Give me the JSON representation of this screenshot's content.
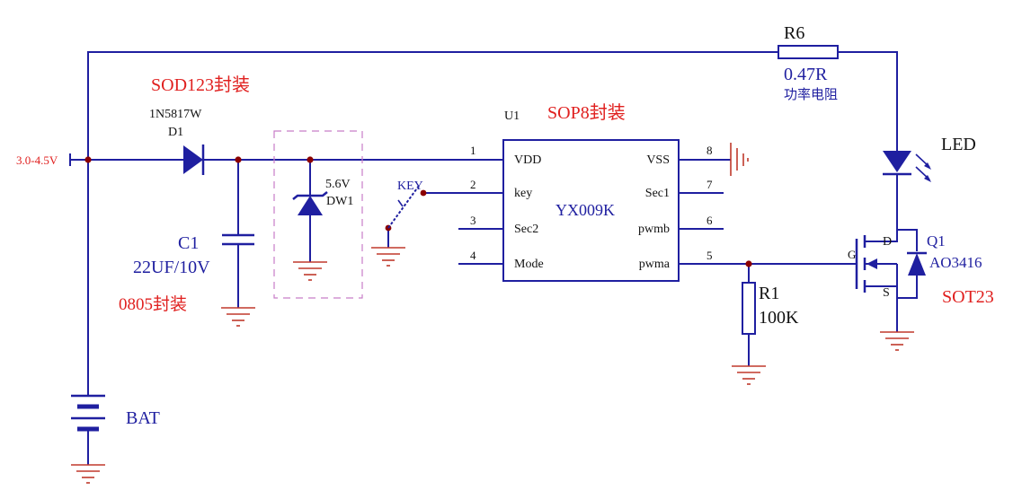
{
  "supply": {
    "voltage_label": "3.0-4.5V"
  },
  "battery": {
    "label": "BAT"
  },
  "diode_d1": {
    "package_note": "SOD123封装",
    "part": "1N5817W",
    "ref": "D1"
  },
  "capacitor_c1": {
    "ref": "C1",
    "value": "22UF/10V",
    "package_note": "0805封装"
  },
  "zener_dw1": {
    "voltage": "5.6V",
    "ref": "DW1"
  },
  "switch": {
    "label": "KEY"
  },
  "ic_u1": {
    "ref": "U1",
    "package_note": "SOP8封装",
    "part": "YX009K",
    "pin_numbers": [
      "1",
      "2",
      "3",
      "4",
      "5",
      "6",
      "7",
      "8"
    ],
    "pins_left": [
      "VDD",
      "key",
      "Sec2",
      "Mode"
    ],
    "pins_right": [
      "VSS",
      "Sec1",
      "pwmb",
      "pwma"
    ]
  },
  "resistor_r6": {
    "ref": "R6",
    "value": "0.47R",
    "note": "功率电阻"
  },
  "led": {
    "label": "LED"
  },
  "mosfet_q1": {
    "ref": "Q1",
    "part": "AO3416",
    "package_note": "SOT23",
    "pin_g": "G",
    "pin_d": "D",
    "pin_s": "S"
  },
  "resistor_r1": {
    "ref": "R1",
    "value": "100K"
  }
}
